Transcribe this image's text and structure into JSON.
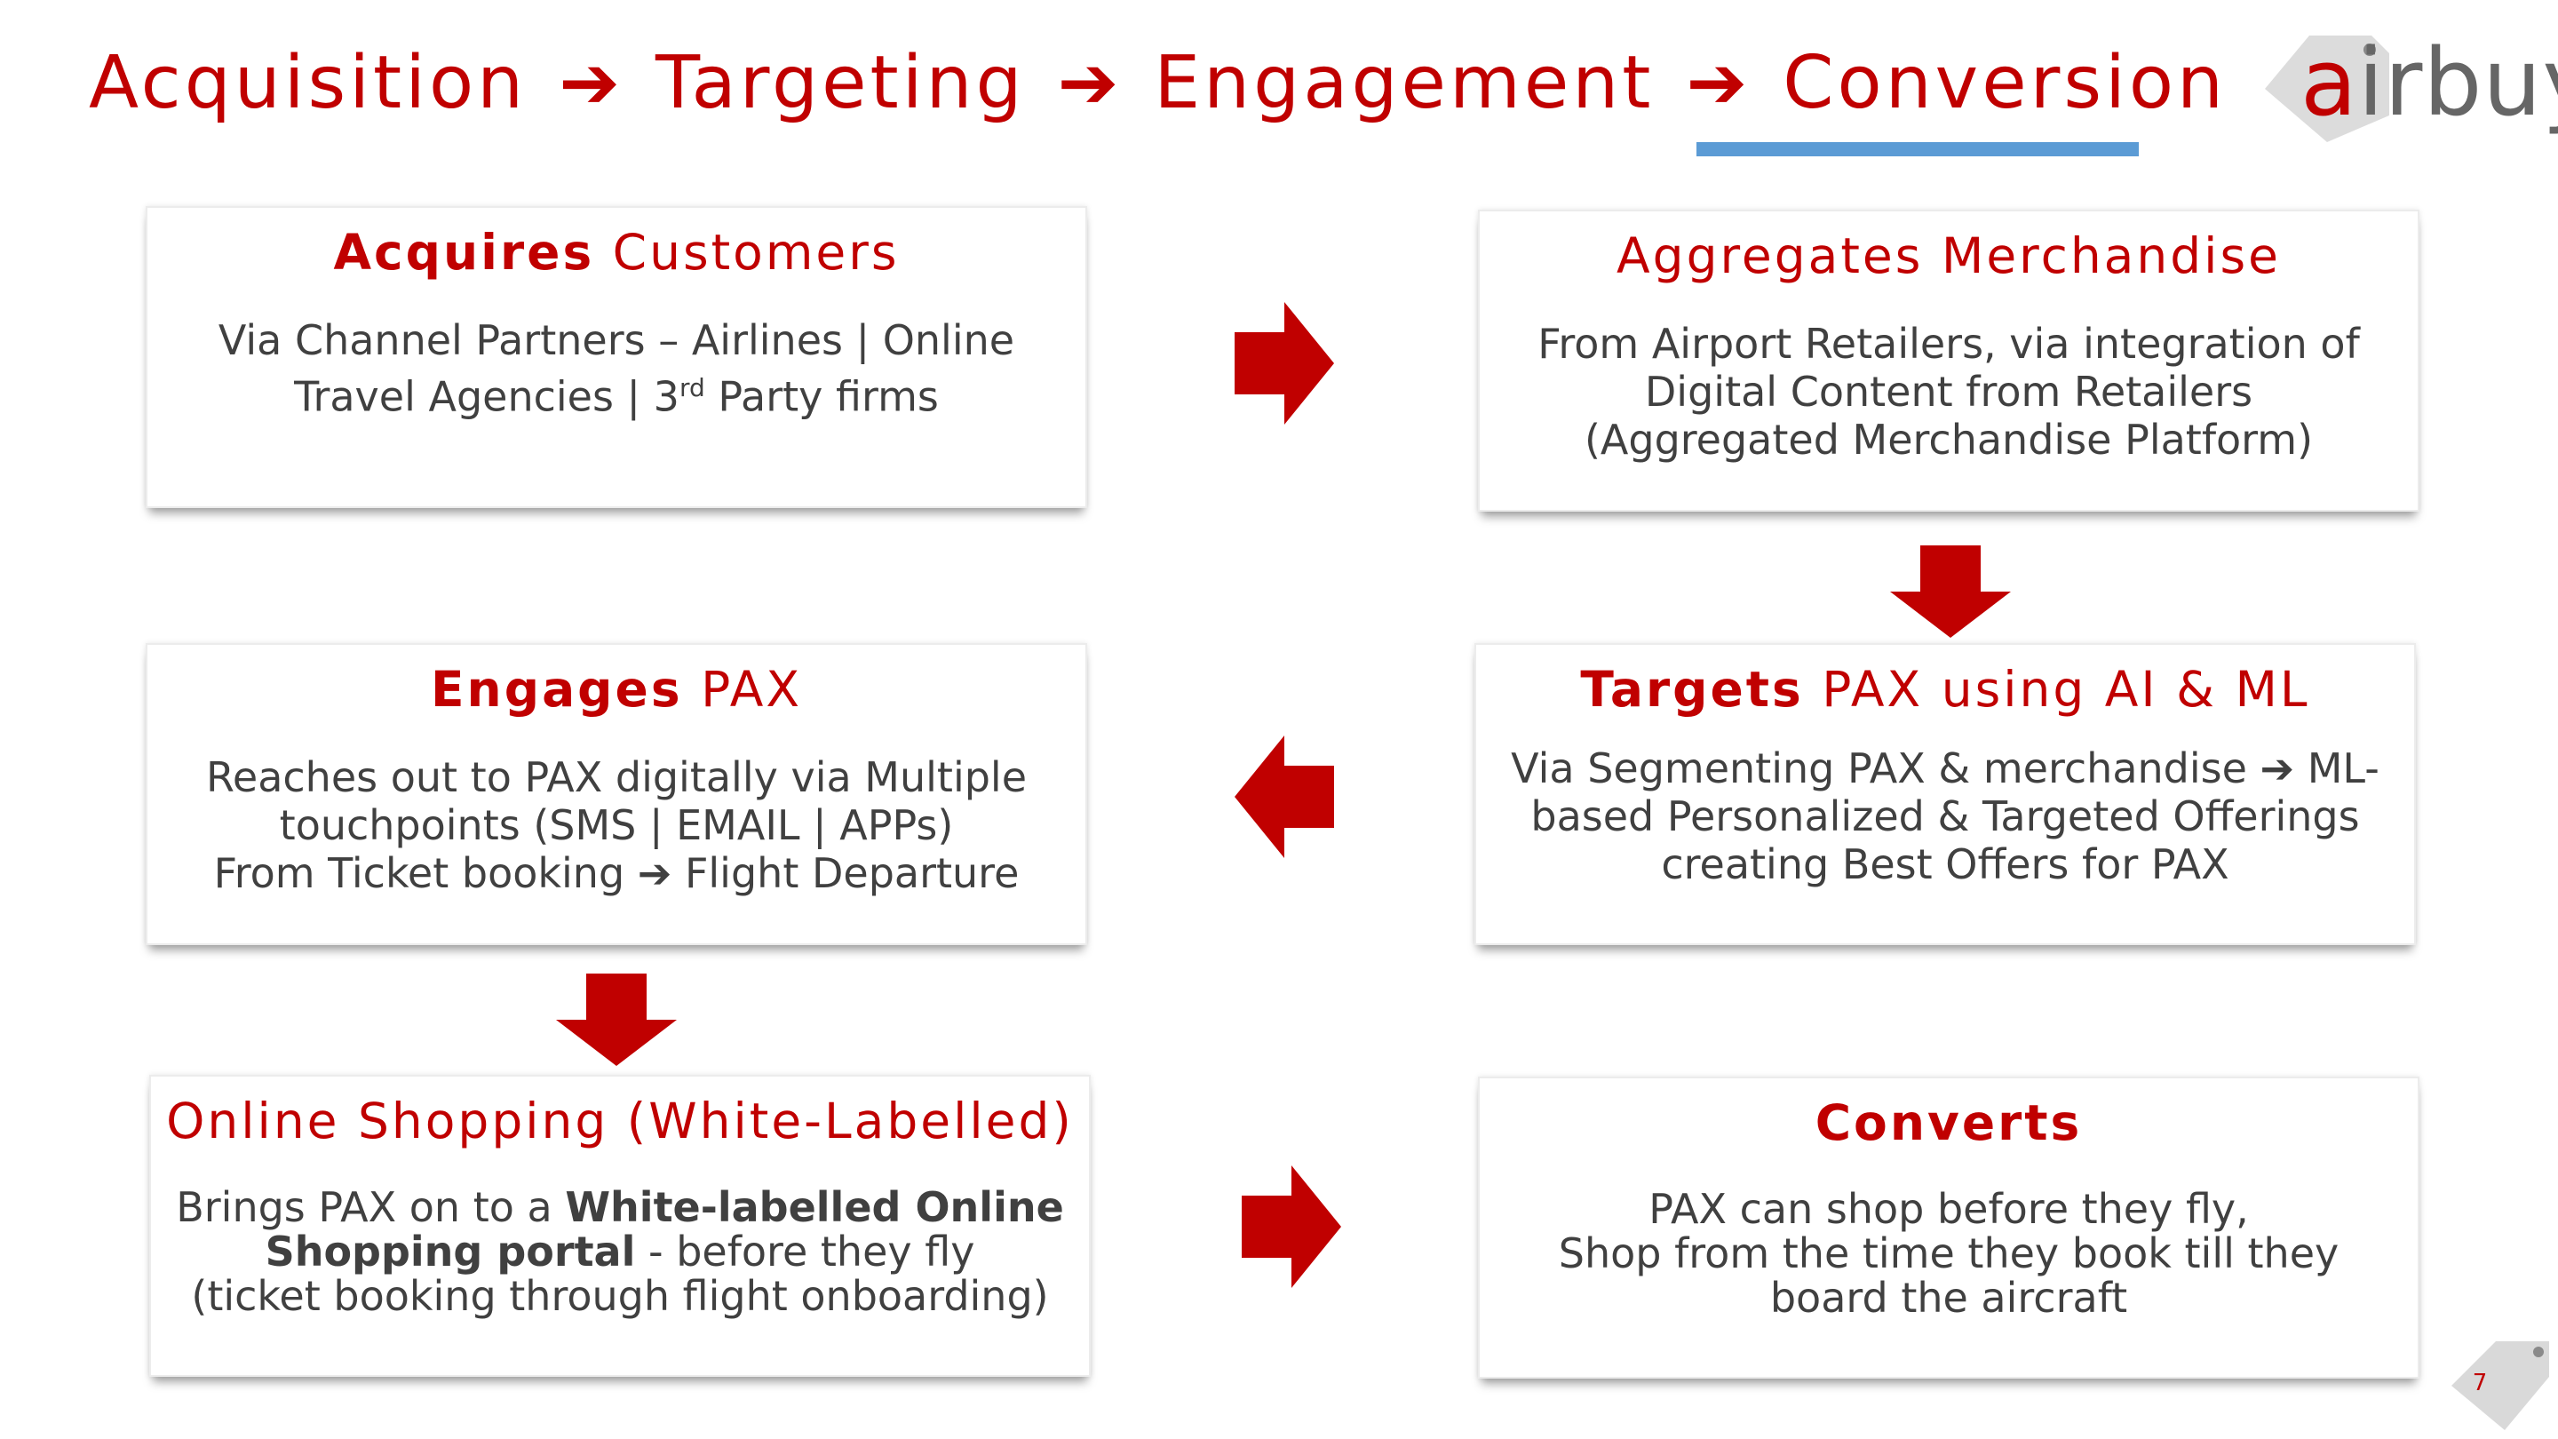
{
  "header": {
    "title_parts": [
      "Acquisition",
      "Targeting",
      "Engagement",
      "Conversion"
    ],
    "arrow_glyph": "➔",
    "accent_color": "#c00000",
    "underline_color": "#5b9bd5"
  },
  "logo": {
    "first_letter": "a",
    "rest": "irbuy",
    "icon": "price-tag-icon"
  },
  "boxes": {
    "acquires": {
      "head_bold": "Acquires",
      "head_rest": " Customers",
      "line1": "Via Channel Partners – Airlines | Online",
      "line2_pre": "Travel Agencies | 3",
      "line2_sup": "rd",
      "line2_post": " Party firms"
    },
    "aggregates": {
      "head": "Aggregates Merchandise",
      "line1": "From Airport Retailers, via integration of",
      "line2": "Digital Content from Retailers",
      "line3": "(Aggregated Merchandise Platform)"
    },
    "engages": {
      "head_bold": "Engages",
      "head_rest": " PAX",
      "line1": "Reaches out to PAX digitally via Multiple",
      "line2": "touchpoints (SMS | EMAIL | APPs)",
      "line3": "From Ticket booking ➔ Flight Departure"
    },
    "targets": {
      "head_bold": "Targets",
      "head_rest": " PAX using AI & ML",
      "line1": "Via Segmenting PAX & merchandise ➔ ML-",
      "line2": "based  Personalized & Targeted Offerings",
      "line3": "creating Best Offers for PAX"
    },
    "online": {
      "head": "Online Shopping (White-Labelled)",
      "line1_pre": "Brings PAX on to a ",
      "line1_bold": "White-labelled Online",
      "line2_bold": "Shopping  portal",
      "line2_post": " - before they fly",
      "line3": "(ticket booking through flight onboarding)"
    },
    "converts": {
      "head_bold": "Converts",
      "line1": "PAX can shop before they fly,",
      "line2": "Shop from the time they book till they",
      "line3": "board the aircraft"
    }
  },
  "page_number": "7"
}
